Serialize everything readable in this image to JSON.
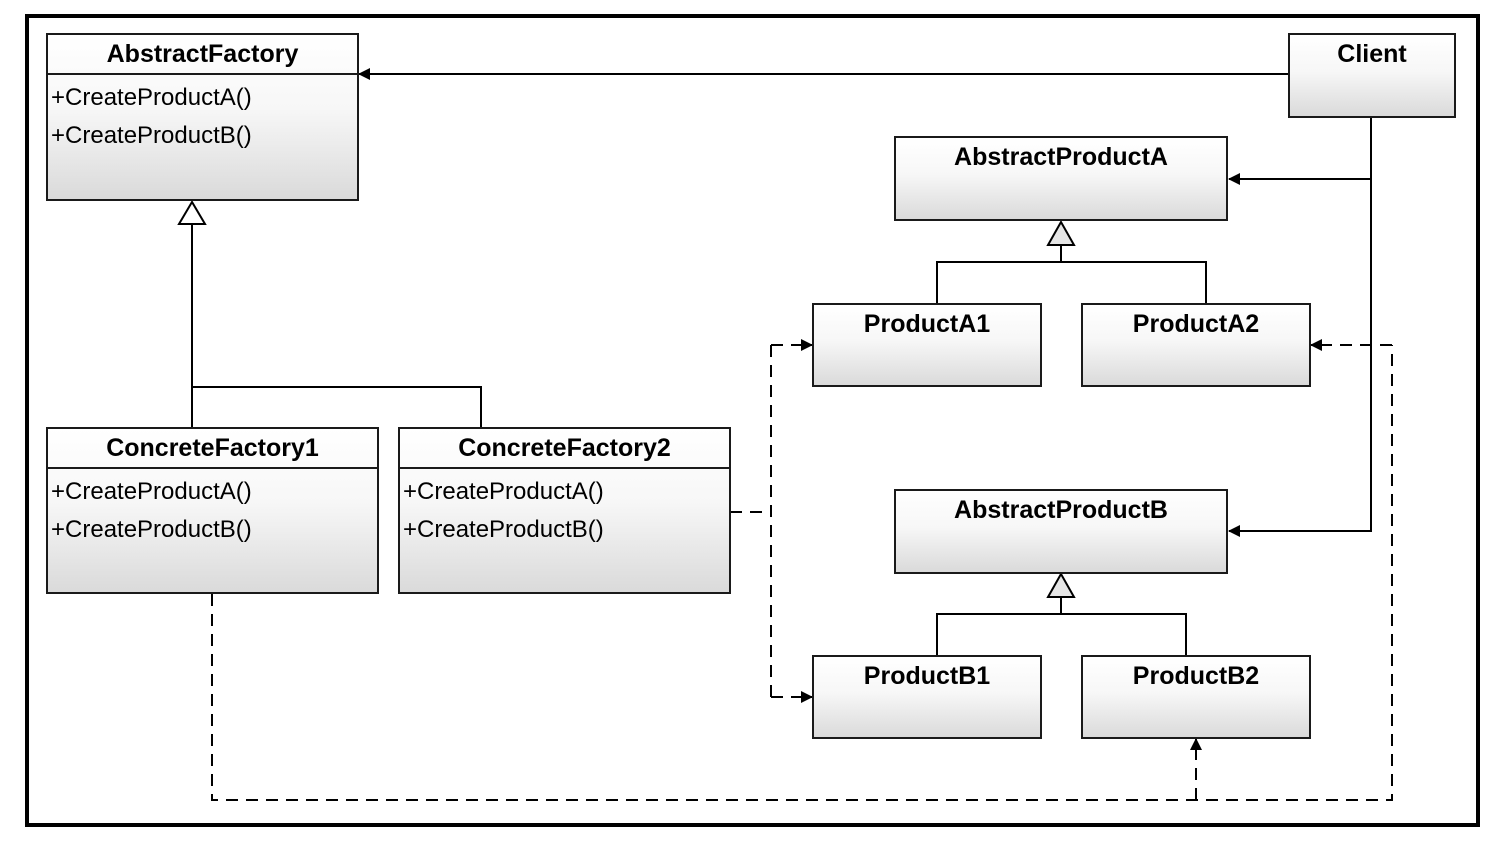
{
  "diagram": {
    "classes": {
      "abstract_factory": {
        "name": "AbstractFactory",
        "operations": [
          "+CreateProductA()",
          "+CreateProductB()"
        ]
      },
      "concrete_factory1": {
        "name": "ConcreteFactory1",
        "operations": [
          "+CreateProductA()",
          "+CreateProductB()"
        ]
      },
      "concrete_factory2": {
        "name": "ConcreteFactory2",
        "operations": [
          "+CreateProductA()",
          "+CreateProductB()"
        ]
      },
      "client": {
        "name": "Client"
      },
      "abstract_product_a": {
        "name": "AbstractProductA"
      },
      "product_a1": {
        "name": "ProductA1"
      },
      "product_a2": {
        "name": "ProductA2"
      },
      "abstract_product_b": {
        "name": "AbstractProductB"
      },
      "product_b1": {
        "name": "ProductB1"
      },
      "product_b2": {
        "name": "ProductB2"
      }
    }
  }
}
